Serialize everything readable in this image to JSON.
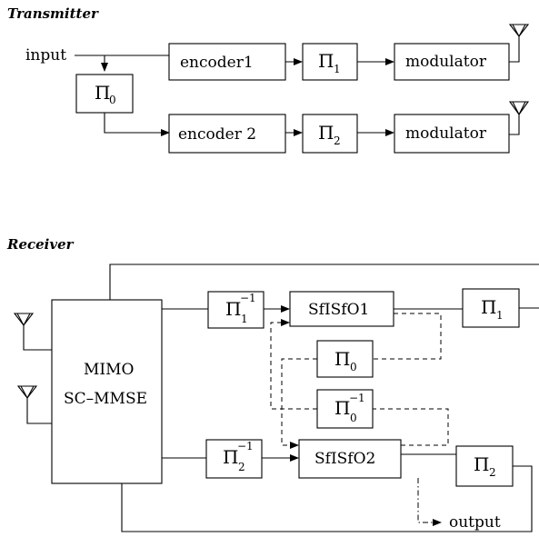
{
  "transmitter": {
    "title": "Transmitter",
    "input_label": "input",
    "pi0": {
      "symbol": "Π",
      "sub": "0"
    },
    "encoder1": "encoder1",
    "encoder2": "encoder 2",
    "pi1": {
      "symbol": "Π",
      "sub": "1"
    },
    "pi2": {
      "symbol": "Π",
      "sub": "2"
    },
    "modulator1": "modulator",
    "modulator2": "modulator"
  },
  "receiver": {
    "title": "Receiver",
    "mimo_line1": "MIMO",
    "mimo_line2": "SC–MMSE",
    "pi1_inv": {
      "symbol": "Π",
      "sup": "−1",
      "sub": "1"
    },
    "pi2_inv": {
      "symbol": "Π",
      "sup": "−1",
      "sub": "2"
    },
    "siso1": "SfISfO1",
    "siso2": "SfISfO2",
    "pi0": {
      "symbol": "Π",
      "sub": "0"
    },
    "pi0_inv": {
      "symbol": "Π",
      "sup": "−1",
      "sub": "0"
    },
    "pi1": {
      "symbol": "Π",
      "sub": "1"
    },
    "pi2": {
      "symbol": "Π",
      "sub": "2"
    },
    "output_label": "output"
  }
}
